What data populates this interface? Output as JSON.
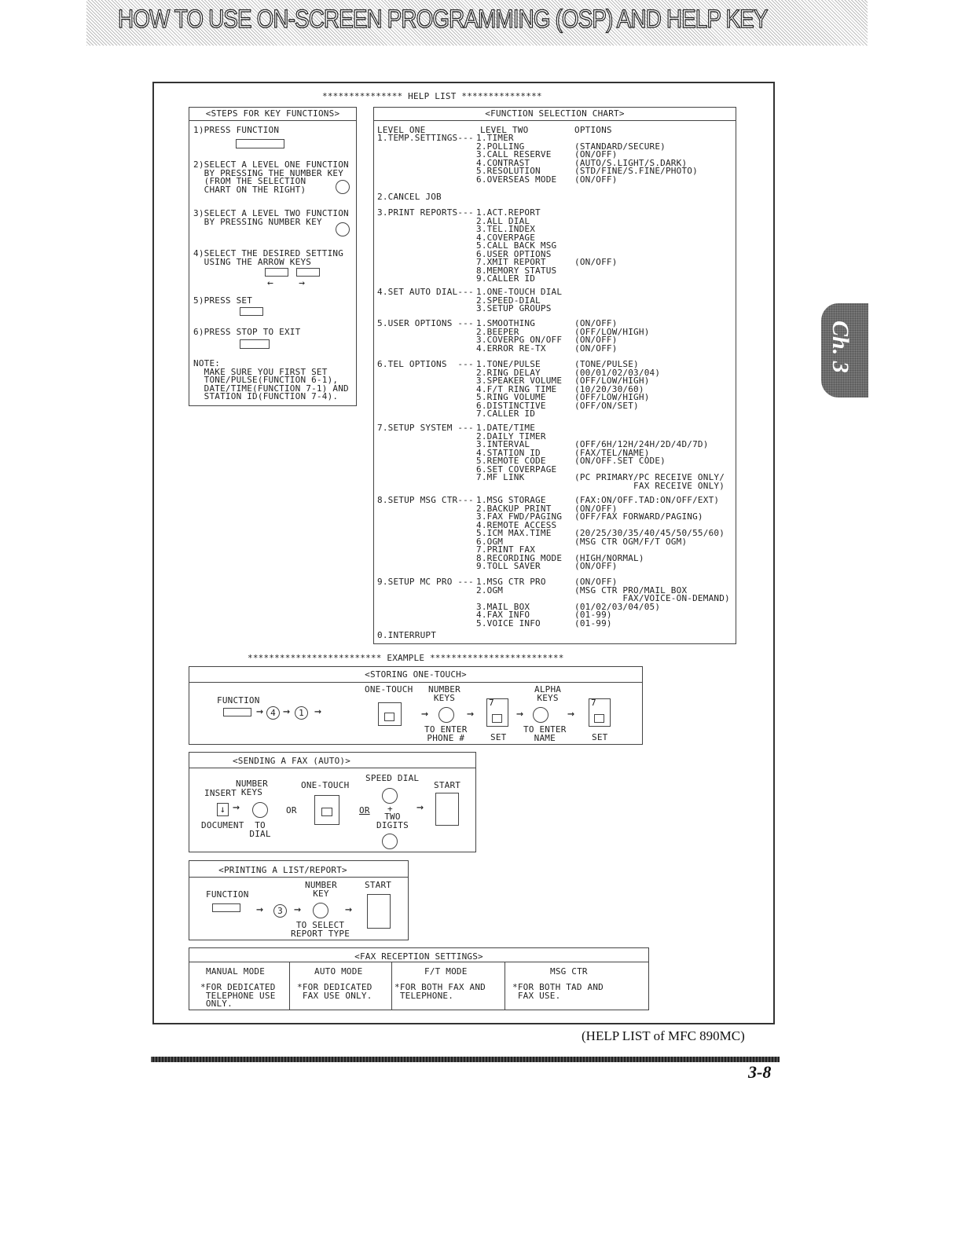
{
  "header": {
    "title": "HOW TO USE ON-SCREEN PROGRAMMING (OSP) AND HELP KEY"
  },
  "side_tab": {
    "label": "Ch. 3"
  },
  "help_list": {
    "title": "*************** HELP LIST ***************",
    "steps": {
      "title": "<STEPS FOR KEY FUNCTIONS>",
      "s1": "1)PRESS FUNCTION",
      "s2": "2)SELECT A LEVEL ONE FUNCTION\n  BY PRESSING THE NUMBER KEY\n  (FROM THE SELECTION\n  CHART ON THE RIGHT)",
      "s3": "3)SELECT A LEVEL TWO FUNCTION\n  BY PRESSING NUMBER KEY",
      "s4": "4)SELECT THE DESIRED SETTING\n  USING THE ARROW KEYS",
      "arrows": "←    →",
      "s5": "5)PRESS SET",
      "s6": "6)PRESS STOP TO EXIT",
      "note": "NOTE:\n  MAKE SURE YOU FIRST SET\n  TONE/PULSE(FUNCTION 6-1),\n  DATE/TIME(FUNCTION 7-1) AND\n  STATION ID(FUNCTION 7-4)."
    },
    "chart": {
      "title": "<FUNCTION SELECTION CHART>",
      "head_l1": "LEVEL ONE",
      "head_l2": "LEVEL TWO",
      "head_opt": "OPTIONS",
      "groups": [
        {
          "l1": "1.TEMP.SETTINGS---",
          "l2": "1.TIMER\n2.POLLING\n3.CALL RESERVE\n4.CONTRAST\n5.RESOLUTION\n6.OVERSEAS MODE",
          "opt": "\n(STANDARD/SECURE)\n(ON/OFF)\n(AUTO/S.LIGHT/S.DARK)\n(STD/FINE/S.FINE/PHOTO)\n(ON/OFF)"
        },
        {
          "l1": "2.CANCEL JOB",
          "l2": "",
          "opt": ""
        },
        {
          "l1": "3.PRINT REPORTS---",
          "l2": "1.ACT.REPORT\n2.ALL DIAL\n3.TEL.INDEX\n4.COVERPAGE\n5.CALL BACK MSG\n6.USER OPTIONS\n7.XMIT REPORT\n8.MEMORY STATUS\n9.CALLER ID",
          "opt": "\n\n\n\n\n\n(ON/OFF)"
        },
        {
          "l1": "4.SET AUTO DIAL---",
          "l2": "1.ONE-TOUCH DIAL\n2.SPEED-DIAL\n3.SETUP GROUPS",
          "opt": ""
        },
        {
          "l1": "5.USER OPTIONS ---",
          "l2": "1.SMOOTHING\n2.BEEPER\n3.COVERPG ON/OFF\n4.ERROR RE-TX",
          "opt": "(ON/OFF)\n(OFF/LOW/HIGH)\n(ON/OFF)\n(ON/OFF)"
        },
        {
          "l1": "6.TEL OPTIONS  ---",
          "l2": "1.TONE/PULSE\n2.RING DELAY\n3.SPEAKER VOLUME\n4.F/T RING TIME\n5.RING VOLUME\n6.DISTINCTIVE\n7.CALLER ID",
          "opt": "(TONE/PULSE)\n(00/01/02/03/04)\n(OFF/LOW/HIGH)\n(10/20/30/60)\n(OFF/LOW/HIGH)\n(OFF/ON/SET)"
        },
        {
          "l1": "7.SETUP SYSTEM ---",
          "l2": "1.DATE/TIME\n2.DAILY TIMER\n3.INTERVAL\n4.STATION ID\n5.REMOTE CODE\n6.SET COVERPAGE\n7.MF LINK",
          "opt": "\n\n(OFF/6H/12H/24H/2D/4D/7D)\n(FAX/TEL/NAME)\n(ON/OFF.SET CODE)\n\n(PC PRIMARY/PC RECEIVE ONLY/\n           FAX RECEIVE ONLY)"
        },
        {
          "l1": "8.SETUP MSG CTR---",
          "l2": "1.MSG STORAGE\n2.BACKUP PRINT\n3.FAX FWD/PAGING\n4.REMOTE ACCESS\n5.ICM MAX.TIME\n6.OGM\n7.PRINT FAX\n8.RECORDING MODE\n9.TOLL SAVER",
          "opt": "(FAX:ON/OFF.TAD:ON/OFF/EXT)\n(ON/OFF)\n(OFF/FAX FORWARD/PAGING)\n\n(20/25/30/35/40/45/50/55/60)\n(MSG CTR OGM/F/T OGM)\n\n(HIGH/NORMAL)\n(ON/OFF)"
        },
        {
          "l1": "9.SETUP MC PRO ---",
          "l2": "1.MSG CTR PRO\n2.OGM\n\n3.MAIL BOX\n4.FAX INFO\n5.VOICE INFO",
          "opt": "(ON/OFF)\n(MSG CTR PRO/MAIL BOX\n         FAX/VOICE-ON-DEMAND)\n(01/02/03/04/05)\n(01-99)\n(01-99)"
        },
        {
          "l1": "0.INTERRUPT",
          "l2": "",
          "opt": ""
        }
      ]
    }
  },
  "example": {
    "title": "************************* EXAMPLE *************************",
    "storing": {
      "title": "<STORING ONE-TOUCH>",
      "function": "FUNCTION",
      "k4": "4",
      "k1": "1",
      "onetouch": "ONE-TOUCH",
      "number_keys": "NUMBER\nKEYS",
      "alpha_keys": "ALPHA\nKEYS",
      "enter_phone": "TO ENTER\nPHONE #",
      "set1": "SET",
      "enter_name": "TO ENTER\nNAME",
      "set2": "SET",
      "seven": "7"
    },
    "sending": {
      "title": "<SENDING A FAX (AUTO)>",
      "insert": "INSERT",
      "number_keys": "NUMBER\nKEYS",
      "document": "DOCUMENT  TO\n         DIAL",
      "onetouch": "ONE-TOUCH",
      "or1": "OR",
      "or2": "OR",
      "speed_dial": "SPEED DIAL",
      "plus": "+",
      "two_digits": "TWO\nDIGITS",
      "start": "START"
    },
    "printing": {
      "title": "<PRINTING A LIST/REPORT>",
      "function": "FUNCTION",
      "k3": "3",
      "number_key": "NUMBER\nKEY",
      "start": "START",
      "select": "TO SELECT\nREPORT TYPE"
    },
    "reception": {
      "title": "<FAX RECEPTION SETTINGS>",
      "cols": [
        {
          "head": "MANUAL MODE",
          "desc": "*FOR DEDICATED\n TELEPHONE USE\n ONLY."
        },
        {
          "head": "AUTO MODE",
          "desc": "*FOR DEDICATED\n FAX USE ONLY."
        },
        {
          "head": "F/T MODE",
          "desc": "*FOR BOTH FAX AND\n TELEPHONE."
        },
        {
          "head": "MSG CTR",
          "desc": "*FOR BOTH TAD AND\n FAX USE."
        }
      ]
    }
  },
  "caption": "(HELP LIST of MFC 890MC)",
  "page_number": "3-8"
}
